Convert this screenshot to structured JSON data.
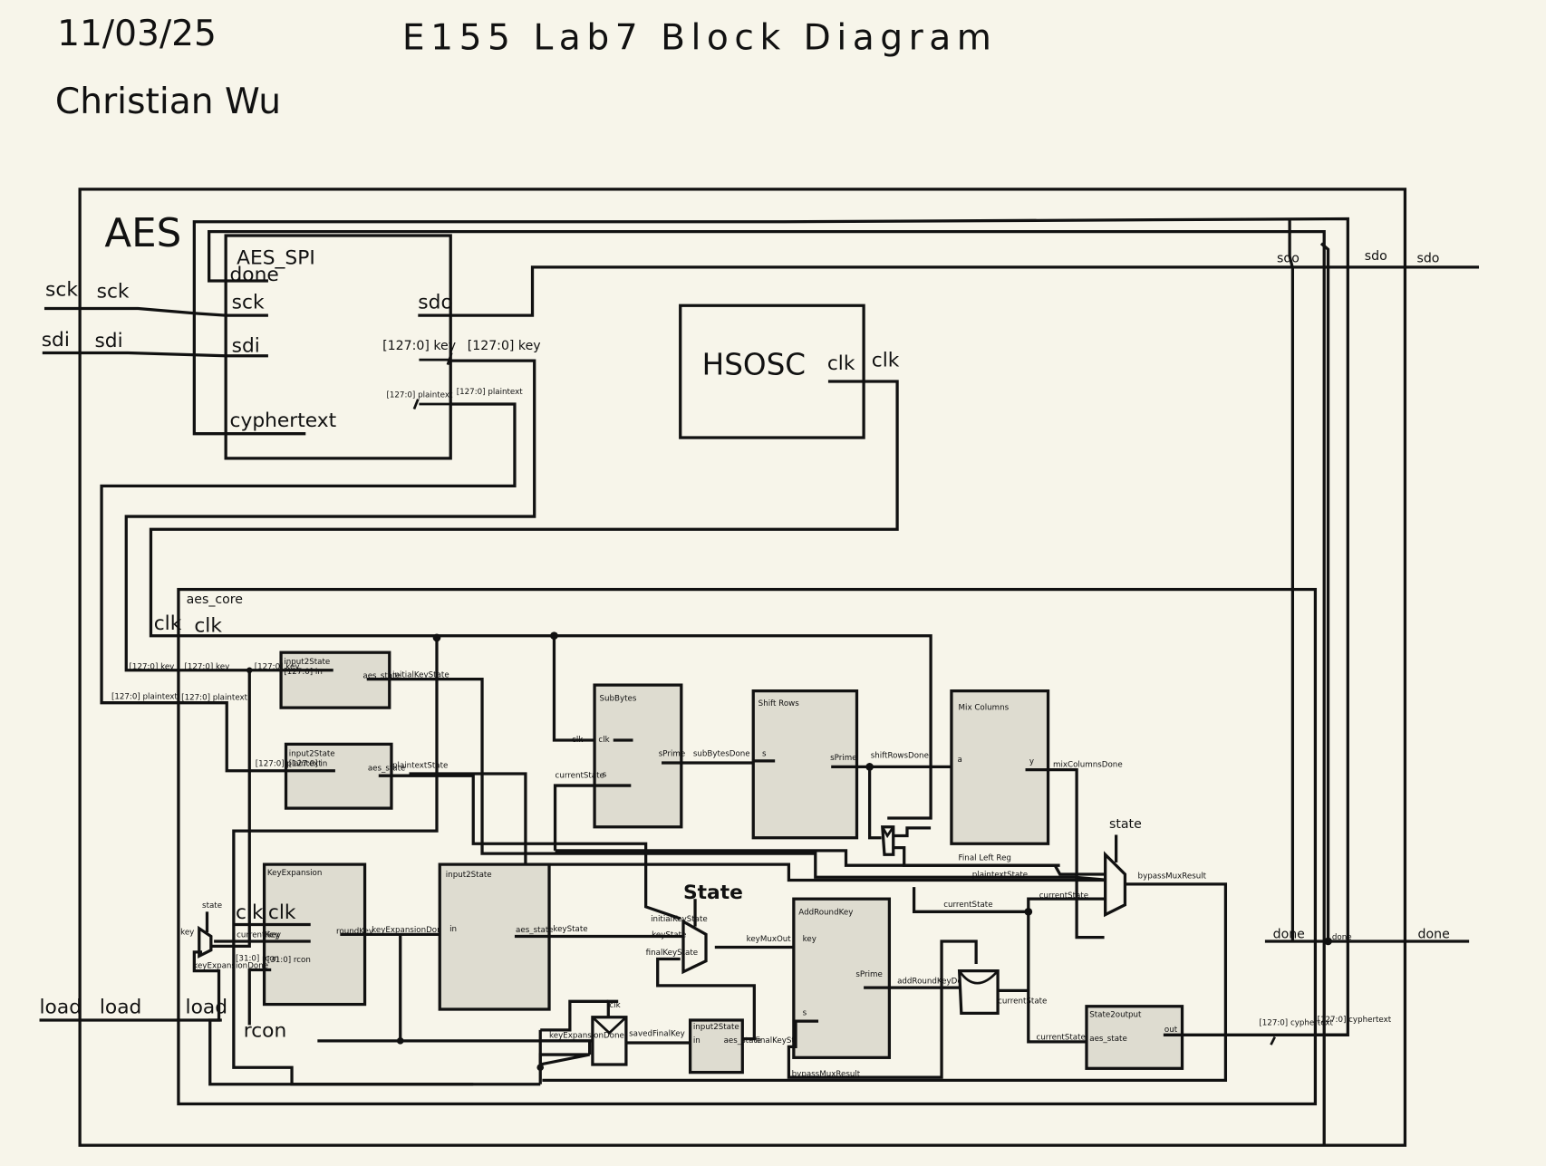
{
  "header": {
    "date": "11/03/25",
    "title": "E155 Lab7 Block Diagram",
    "author": "Christian Wu"
  },
  "top_module": {
    "name": "AES",
    "ports": {
      "sck_outer": "sck",
      "sck_inner": "sck",
      "sdi_outer": "sdi",
      "sdi_inner": "sdi",
      "load_outer": "load",
      "load_inner": "load",
      "load_core": "load",
      "sdo_1": "sdo",
      "sdo_2": "sdo",
      "sdo_3": "sdo",
      "done_in": "done",
      "done_dot": "done",
      "done_out": "done"
    }
  },
  "aes_spi": {
    "name": "AES_SPI",
    "ports": {
      "done": "done",
      "sck": "sck",
      "sdi": "sdi",
      "cyphertext": "cyphertext",
      "sdo": "sdo",
      "key": "[127:0] key",
      "key_out": "[127:0] key",
      "plaintext": "[127:0] plaintext",
      "plaintext_out": "[127:0] plaintext"
    }
  },
  "hsosc": {
    "name": "HSOSC",
    "ports": {
      "clk": "clk",
      "clk_out": "clk"
    }
  },
  "aes_core": {
    "name": "aes_core",
    "labels": {
      "clk_outer": "clk",
      "clk_inner": "clk",
      "key_outer": "[127:0] key",
      "key_inner": "[127:0] key",
      "plaintext_outer": "[127:0] plaintext",
      "plaintext_inner": "[127:0] plaintext"
    },
    "modules": {
      "input2state_key": {
        "name": "input2State",
        "in_wire": "[127:0] key",
        "in_port": "[127:0] in",
        "out_port": "aes_state",
        "out_wire": "initialKeyState"
      },
      "input2state_plain": {
        "name": "input2State",
        "in_wire": "[127:0] plaintext",
        "in_port": "[127:0] in",
        "out_port": "aes_state",
        "out_wire": "plaintextState"
      },
      "subbytes": {
        "name": "SubBytes",
        "clk_wire": "clk",
        "clk_port": "clk",
        "s_wire": "currentState",
        "s_port": "s",
        "out_port": "sPrime",
        "out_wire": "subBytesDone"
      },
      "shiftrows": {
        "name": "Shift Rows",
        "in_port": "s",
        "out_port": "sPrime",
        "out_wire": "shiftRowsDone"
      },
      "mixcolumns": {
        "name": "Mix Columns",
        "in_port": "a",
        "out_port": "y",
        "out_wire": "mixColumnsDone"
      },
      "keyexpansion": {
        "name": "KeyExpansion",
        "clk_wire": "clk",
        "clk_port": "clk",
        "key_wire": "currentKey",
        "key_port": "key",
        "rcon_wire": "[31:0] rcon",
        "rcon_port": "[31:0] rcon",
        "rcon_src": "rcon",
        "out_port": "roundKey",
        "out_wire": "keyExpansionDone"
      },
      "input2state_key2": {
        "name": "input2State",
        "in_port": "in",
        "out_port": "aes_state",
        "out_wire": "keyState"
      },
      "input2state_final": {
        "name": "input2State",
        "in_wire": "savedFinalKey",
        "in_port": "in",
        "out_port": "aes_state",
        "out_wire": "finalKeyState"
      },
      "addroundkey": {
        "name": "AddRoundKey",
        "key_wire": "keyMuxOut",
        "key_port": "key",
        "s_port": "s",
        "s_wire": "bypassMuxResult",
        "out_port": "sPrime",
        "out_wire": "addRoundKeyDone"
      },
      "state2output": {
        "name": "State2output",
        "in_wire": "currentState",
        "in_port": "aes_state",
        "out_port": "out",
        "out_wire": "[127:0] cyphertext",
        "out_wire2": "[127:0] cyphertext"
      }
    },
    "muxes": {
      "key_mux": {
        "select": "state",
        "in_top": "key",
        "in_bottom": "keyExpansionDone"
      },
      "keystate_mux": {
        "select": "State",
        "in_1": "initialKeyState",
        "in_2": "keyState",
        "in_3": "finalKeyState",
        "out": "keyMuxOut"
      },
      "bypass_mux": {
        "select": "state",
        "in_1": "Final Left Reg",
        "in_2": "plaintextState",
        "in_3": "currentState",
        "out": "bypassMuxResult"
      }
    },
    "registers": {
      "final_key_reg": {
        "clk": "clk",
        "in": "keyExpansionDone",
        "out": "savedFinalKey"
      },
      "state_reg": {
        "out": "currentState"
      }
    }
  }
}
